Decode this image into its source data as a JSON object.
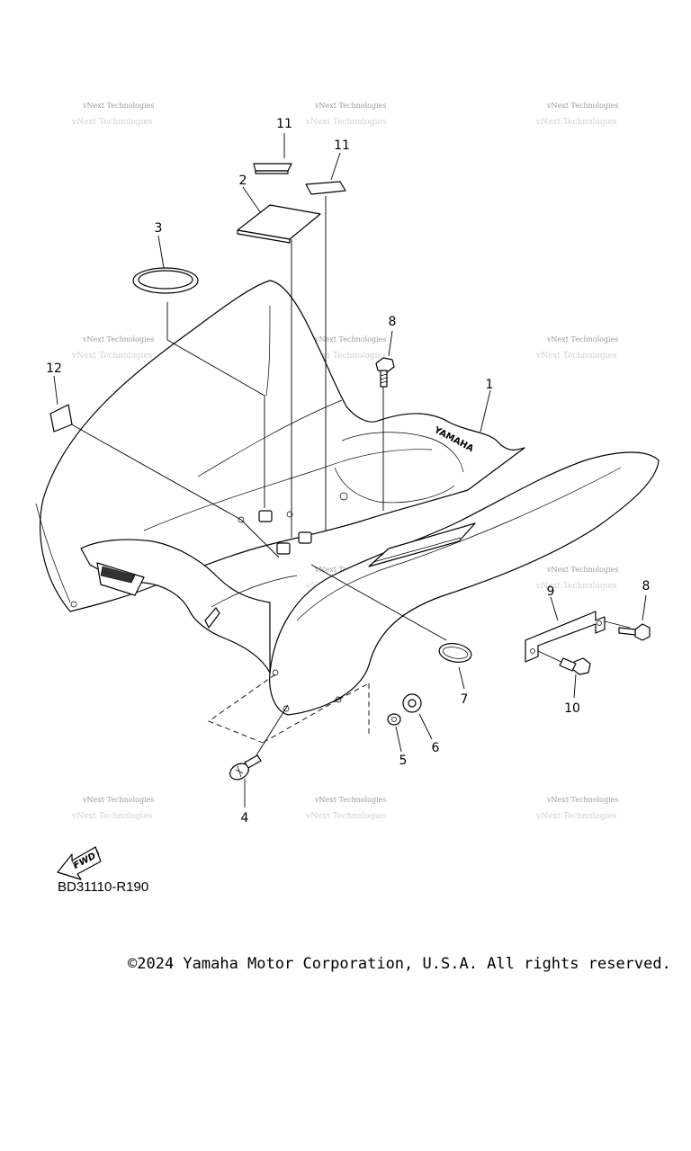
{
  "diagram": {
    "code": "BD31110-R190",
    "fwd_label": "FWD",
    "callouts": [
      "11",
      "11",
      "2",
      "3",
      "8",
      "12",
      "1",
      "9",
      "8",
      "10",
      "7",
      "6",
      "5",
      "4"
    ],
    "watermark": "vNext Technologies",
    "brand_mark": "YAMAHA"
  },
  "footer": {
    "copyright": "©2024 Yamaha Motor Corporation, U.S.A. All rights reserved."
  }
}
